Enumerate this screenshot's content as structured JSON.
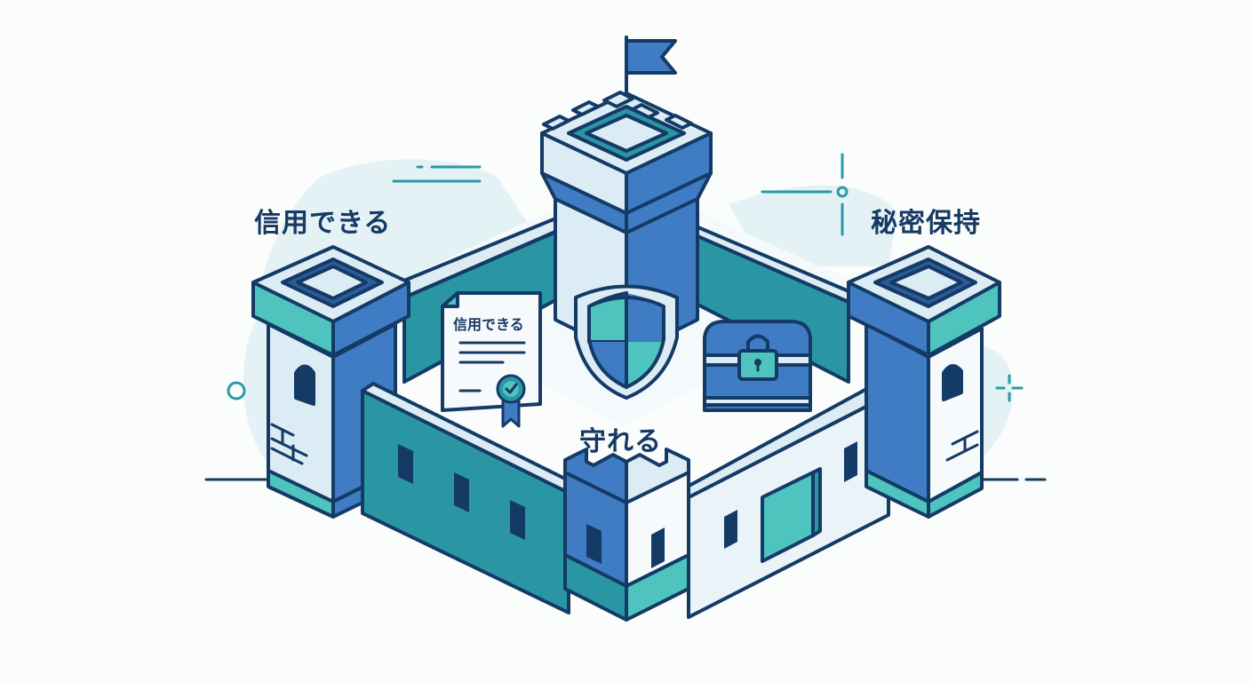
{
  "illustration": {
    "subject": "isometric castle fortress",
    "labels": {
      "left": "信用できる",
      "right": "秘密保持",
      "center": "守れる"
    },
    "document": {
      "title": "信用できる",
      "icon": "certificate-with-ribbon-badge"
    },
    "icons": [
      "flag",
      "shield",
      "locked-treasure-chest",
      "certificate"
    ],
    "colors": {
      "outline": "#143a66",
      "blue": "#3f7cc4",
      "teal": "#2b96a3",
      "mint": "#4fc3bd",
      "pale": "#dcecf4",
      "white": "#f4f9fb",
      "blob": "#e3f1f5",
      "accent_line": "#2a9aa6"
    }
  }
}
